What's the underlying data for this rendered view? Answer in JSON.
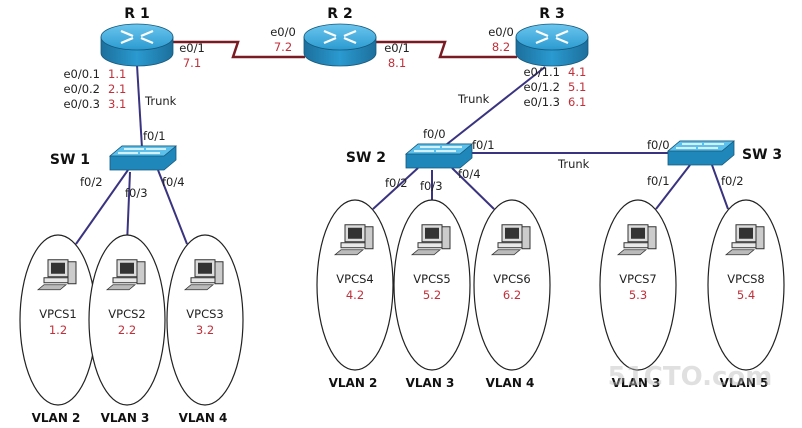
{
  "colors": {
    "serial_link": "#7a1a22",
    "ethernet_link": "#3a3480",
    "device_blue": "#2a9ad0",
    "ip_text": "#c0303a"
  },
  "routers": [
    {
      "id": "r1",
      "name": "R 1"
    },
    {
      "id": "r2",
      "name": "R 2"
    },
    {
      "id": "r3",
      "name": "R 3"
    }
  ],
  "switches": [
    {
      "id": "sw1",
      "name": "SW 1"
    },
    {
      "id": "sw2",
      "name": "SW 2"
    },
    {
      "id": "sw3",
      "name": "SW 3"
    }
  ],
  "interfaces": [
    {
      "id": "r1-e01",
      "name": "e0/1",
      "ip": "7.1"
    },
    {
      "id": "r2-e00",
      "name": "e0/0",
      "ip": "7.2"
    },
    {
      "id": "r2-e01",
      "name": "e0/1",
      "ip": "8.1"
    },
    {
      "id": "r3-e00",
      "name": "e0/0",
      "ip": "8.2"
    },
    {
      "id": "r1-sub1",
      "name": "e0/0.1",
      "ip": "1.1"
    },
    {
      "id": "r1-sub2",
      "name": "e0/0.2",
      "ip": "2.1"
    },
    {
      "id": "r1-sub3",
      "name": "e0/0.3",
      "ip": "3.1"
    },
    {
      "id": "r3-sub1",
      "name": "e0/1.1",
      "ip": "4.1"
    },
    {
      "id": "r3-sub2",
      "name": "e0/1.2",
      "ip": "5.1"
    },
    {
      "id": "r3-sub3",
      "name": "e0/1.3",
      "ip": "6.1"
    }
  ],
  "ports": [
    {
      "id": "sw1-f01",
      "name": "f0/1"
    },
    {
      "id": "sw1-f02",
      "name": "f0/2"
    },
    {
      "id": "sw1-f03",
      "name": "f0/3"
    },
    {
      "id": "sw1-f04",
      "name": "f0/4"
    },
    {
      "id": "sw2-f00",
      "name": "f0/0"
    },
    {
      "id": "sw2-f01",
      "name": "f0/1"
    },
    {
      "id": "sw2-f02",
      "name": "f0/2"
    },
    {
      "id": "sw2-f03",
      "name": "f0/3"
    },
    {
      "id": "sw2-f04",
      "name": "f0/4"
    },
    {
      "id": "sw3-f00",
      "name": "f0/0"
    },
    {
      "id": "sw3-f01",
      "name": "f0/1"
    },
    {
      "id": "sw3-f02",
      "name": "f0/2"
    }
  ],
  "trunk_labels": [
    {
      "id": "t1",
      "text": "Trunk"
    },
    {
      "id": "t2",
      "text": "Trunk"
    },
    {
      "id": "t3",
      "text": "Trunk"
    }
  ],
  "hosts": [
    {
      "id": "pc1",
      "name": "VPCS1",
      "ip": "1.2",
      "vlan": "VLAN 2"
    },
    {
      "id": "pc2",
      "name": "VPCS2",
      "ip": "2.2",
      "vlan": "VLAN 3"
    },
    {
      "id": "pc3",
      "name": "VPCS3",
      "ip": "3.2",
      "vlan": "VLAN 4"
    },
    {
      "id": "pc4",
      "name": "VPCS4",
      "ip": "4.2",
      "vlan": "VLAN 2"
    },
    {
      "id": "pc5",
      "name": "VPCS5",
      "ip": "5.2",
      "vlan": "VLAN 3"
    },
    {
      "id": "pc6",
      "name": "VPCS6",
      "ip": "6.2",
      "vlan": "VLAN 4"
    },
    {
      "id": "pc7",
      "name": "VPCS7",
      "ip": "5.3",
      "vlan": "VLAN 3"
    },
    {
      "id": "pc8",
      "name": "VPCS8",
      "ip": "5.4",
      "vlan": "VLAN 5"
    }
  ],
  "watermark": "51CTO.com"
}
